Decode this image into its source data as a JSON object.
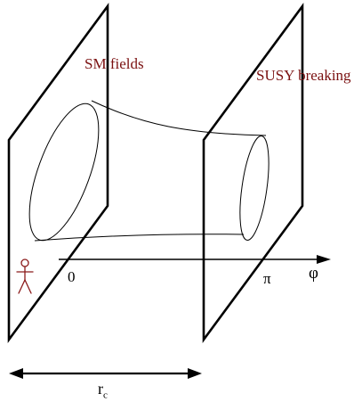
{
  "labels": {
    "left_brane": "SM fields",
    "right_brane": "SUSY breaking",
    "origin": "0",
    "pi": "π",
    "axis": "φ",
    "length_main": "r",
    "length_sub": "c"
  },
  "colors": {
    "brane_text": "#7a1010",
    "stick_figure": "#8b1a1a",
    "lines": "#000000"
  },
  "icons": {
    "observer": "stick-figure-icon"
  }
}
